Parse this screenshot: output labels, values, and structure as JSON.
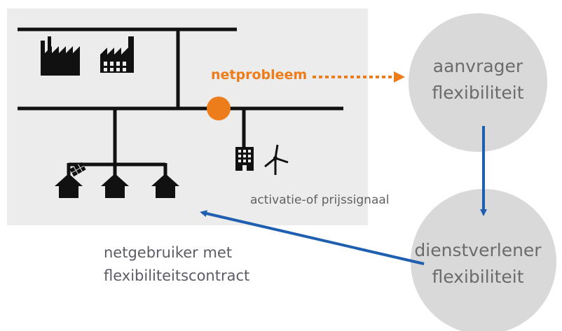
{
  "diagram": {
    "problem_label": "netprobleem",
    "signal_label": "activatie-of prijssignaal",
    "consumer_label_line1": "netgebruiker met",
    "consumer_label_line2": "flexibiliteitscontract",
    "requester_line1": "aanvrager",
    "requester_line2": "flexibiliteit",
    "provider_line1": "dienstverlener",
    "provider_line2": "flexibiliteit"
  },
  "colors": {
    "panel": "#ececec",
    "grid_lines": "#111111",
    "problem_node": "#ed7d1a",
    "circles": "#d9d9d9",
    "arrows": "#1f5fb0"
  },
  "icons": [
    "factory-icon",
    "factory-icon",
    "house-with-solar-panel-icon",
    "house-icon",
    "house-icon",
    "office-building-icon",
    "wind-turbine-icon"
  ]
}
